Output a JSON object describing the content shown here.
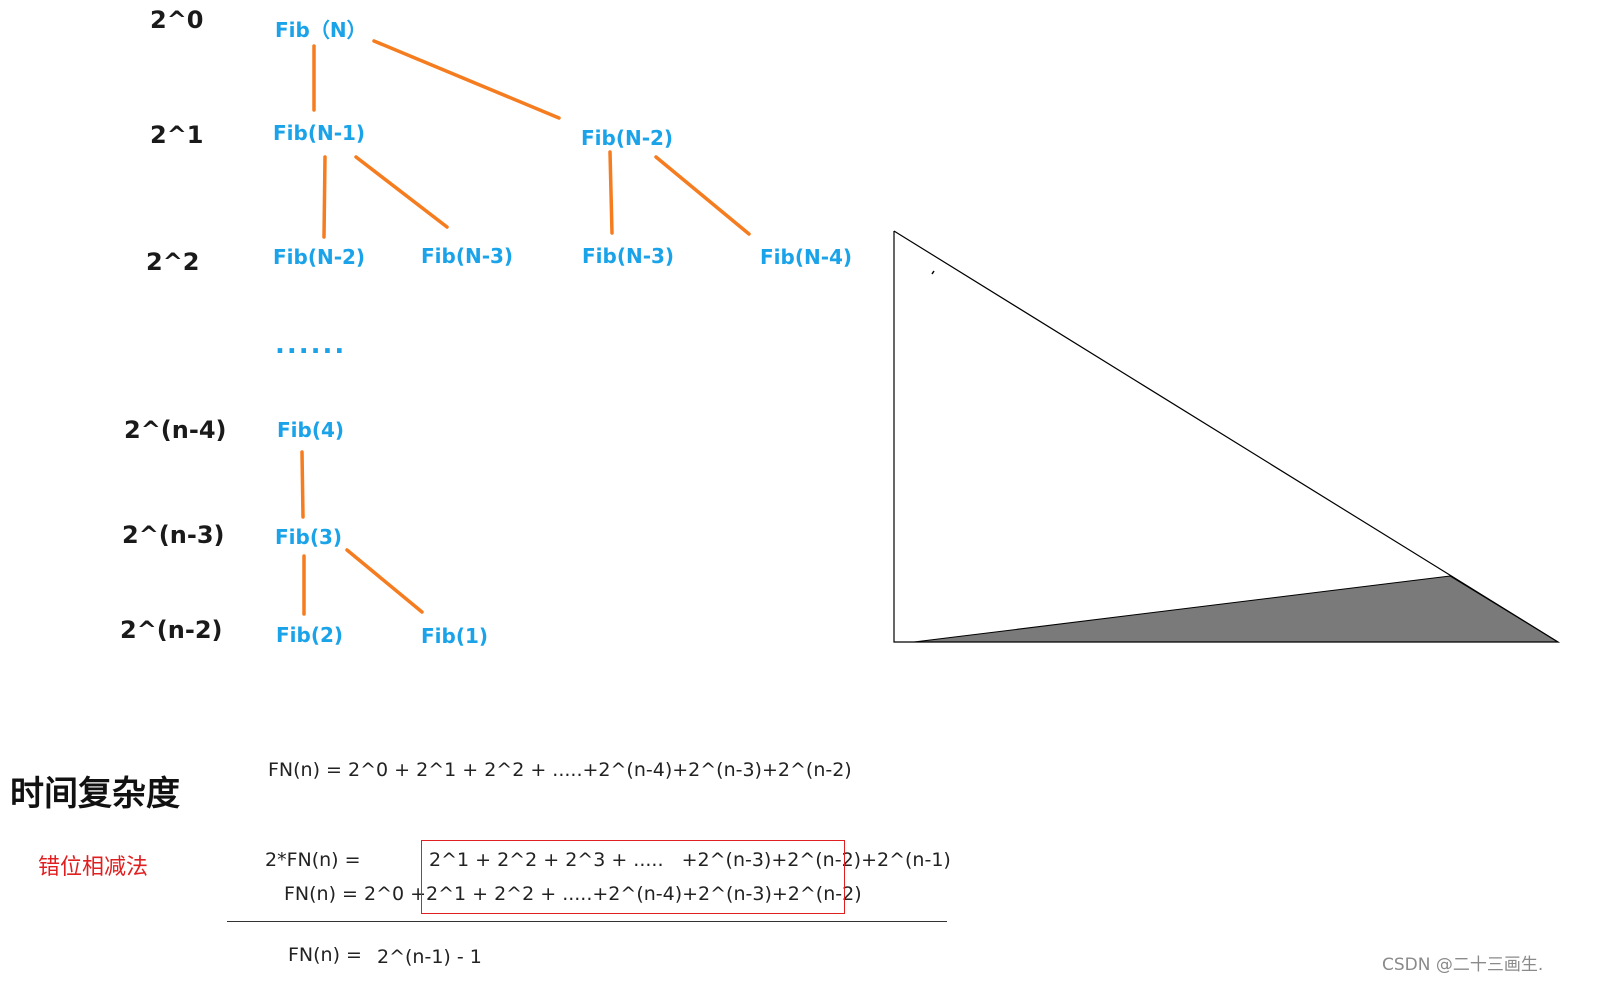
{
  "levels": {
    "l0": "2^0",
    "l1": "2^1",
    "l2": "2^2",
    "ln4": "2^(n-4)",
    "ln3": "2^(n-3)",
    "ln2": "2^(n-2)"
  },
  "nodes": {
    "fib_n": "Fib（N）",
    "fib_n1": "Fib(N-1)",
    "fib_n2": "Fib(N-2)",
    "fib_n2_left": "Fib(N-2)",
    "fib_n3_left": "Fib(N-3)",
    "fib_n3_right": "Fib(N-3)",
    "fib_n4": "Fib(N-4)",
    "fib4": "Fib(4)",
    "fib3": "Fib(3)",
    "fib2": "Fib(2)",
    "fib1": "Fib(1)"
  },
  "ellipsis": "......",
  "heading": "时间复杂度",
  "method": "错位相减法",
  "formulas": {
    "fn_sum": "FN(n) = 2^0 + 2^1 + 2^2 + .....+2^(n-4)+2^(n-3)+2^(n-2)",
    "double_label": "2*FN(n) =",
    "double_terms": "2^1 + 2^2 + 2^3 + .....   +2^(n-3)+2^(n-2)+2^(n-1)",
    "fn_label": "FN(n) = 2^0 +",
    "fn_terms": "2^1 + 2^2 + .....+2^(n-4)+2^(n-3)+2^(n-2)",
    "result_label": "FN(n) =",
    "result_value": "2^(n-1) - 1"
  },
  "watermark": "CSDN @二十三画生.",
  "colors": {
    "node_text": "#1aa3e8",
    "edge": "#f57c1f",
    "highlight_box": "#e02020",
    "triangle_fill": "#7a7a7a"
  }
}
